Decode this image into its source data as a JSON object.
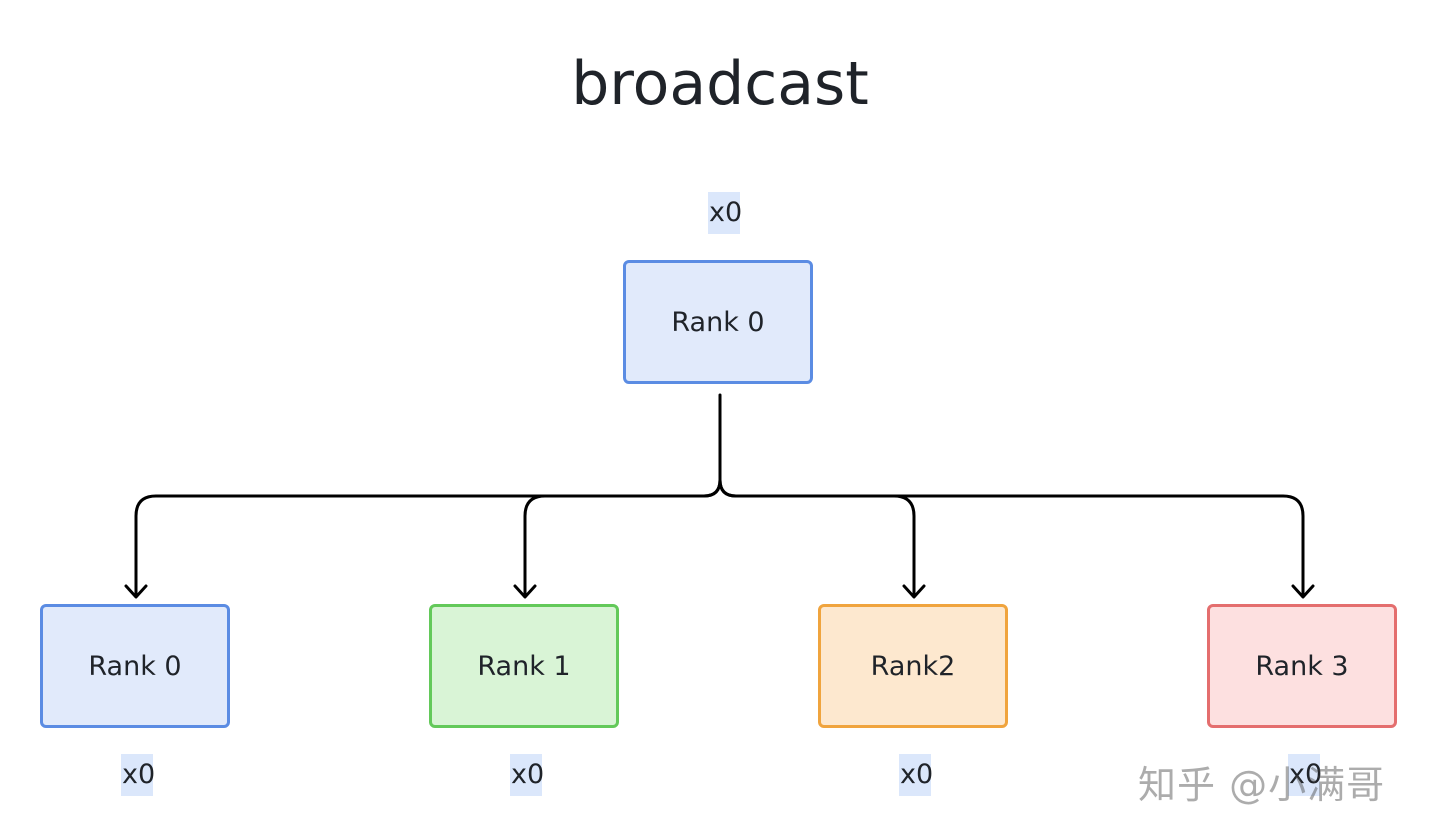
{
  "title": "broadcast",
  "source": {
    "label": "Rank 0",
    "value": "x0"
  },
  "targets": [
    {
      "label": "Rank 0",
      "value": "x0"
    },
    {
      "label": "Rank 1",
      "value": "x0"
    },
    {
      "label": "Rank2",
      "value": "x0"
    },
    {
      "label": "Rank 3",
      "value": "x0"
    }
  ],
  "watermark": "知乎 @小满哥",
  "colors": {
    "blue_fill": "#e1eafb",
    "blue_border": "#5b8ce3",
    "green_fill": "#d9f4d6",
    "green_border": "#63c95a",
    "orange_fill": "#fde8cf",
    "orange_border": "#f0a43e",
    "red_fill": "#fde0e0",
    "red_border": "#e46e6e",
    "value_highlight": "#dbe7fb",
    "connector": "#000000"
  }
}
